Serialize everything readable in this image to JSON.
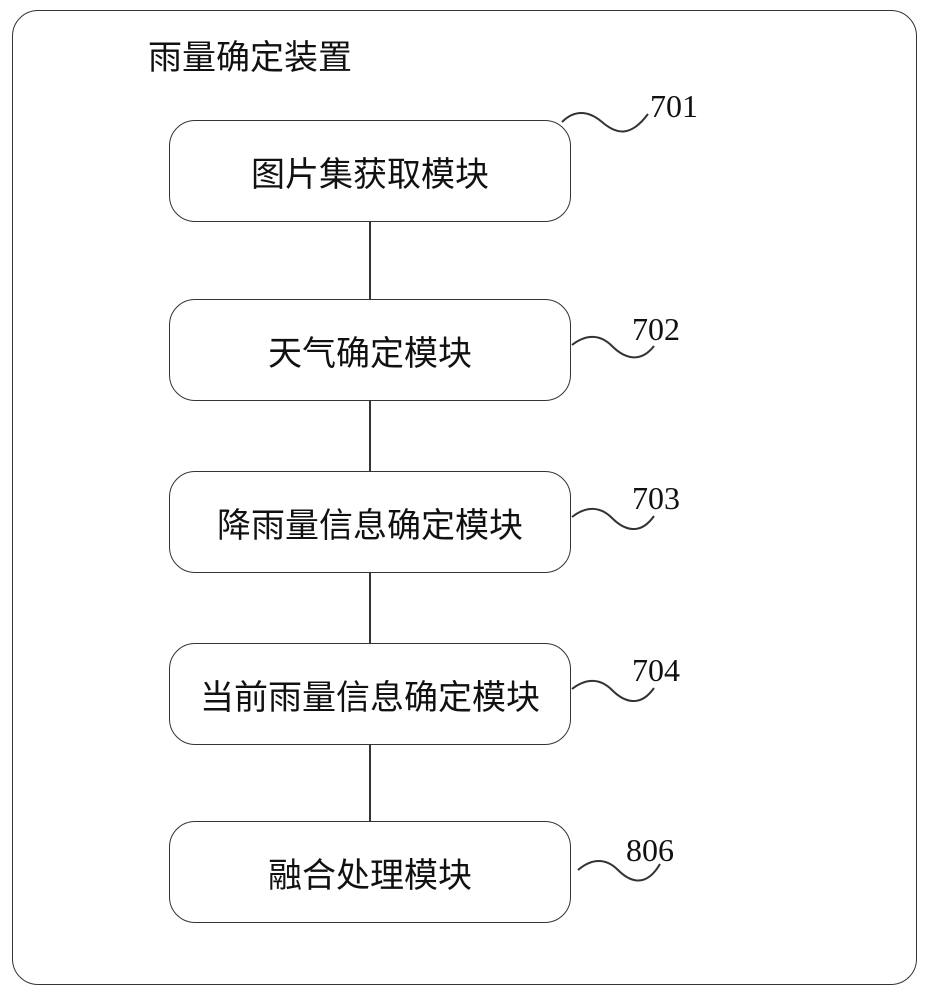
{
  "diagram": {
    "title": "雨量确定装置",
    "modules": [
      {
        "label": "图片集获取模块",
        "ref": "701"
      },
      {
        "label": "天气确定模块",
        "ref": "702"
      },
      {
        "label": "降雨量信息确定模块",
        "ref": "703"
      },
      {
        "label": "当前雨量信息确定模块",
        "ref": "704"
      },
      {
        "label": "融合处理模块",
        "ref": "806"
      }
    ]
  }
}
